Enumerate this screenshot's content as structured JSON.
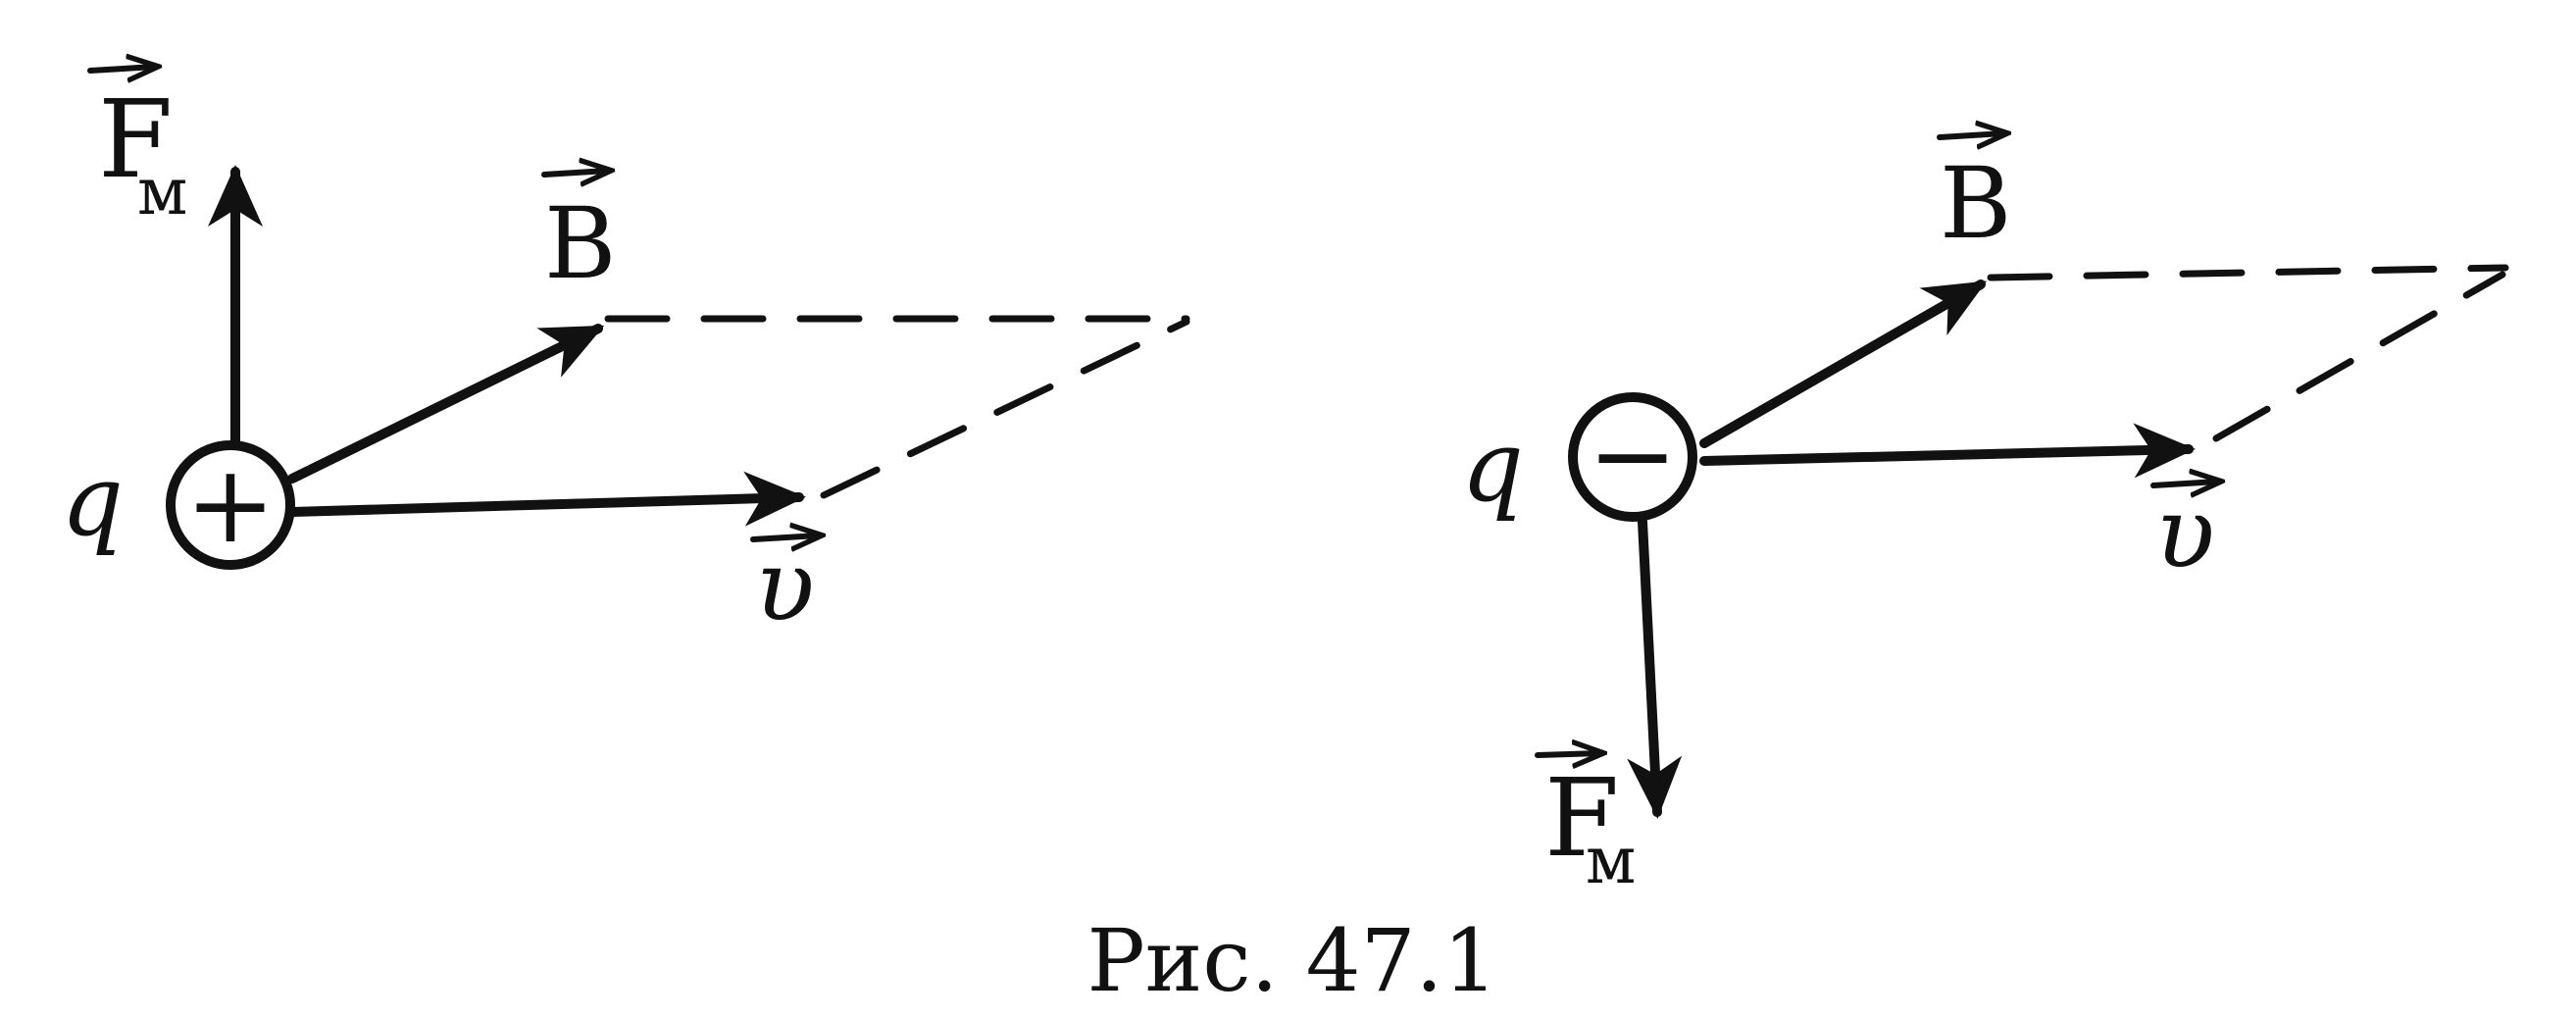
{
  "diagram_left": {
    "charge_label": "q",
    "charge_sign": "+",
    "force_label": "F",
    "force_subscript": "м",
    "field_label": "B",
    "velocity_label": "υ"
  },
  "diagram_right": {
    "charge_label": "q",
    "charge_sign": "−",
    "force_label": "F",
    "force_subscript": "м",
    "field_label": "B",
    "velocity_label": "υ"
  },
  "caption": "Рис. 47.1",
  "colors": {
    "ink": "#111111",
    "background": "#ffffff"
  }
}
